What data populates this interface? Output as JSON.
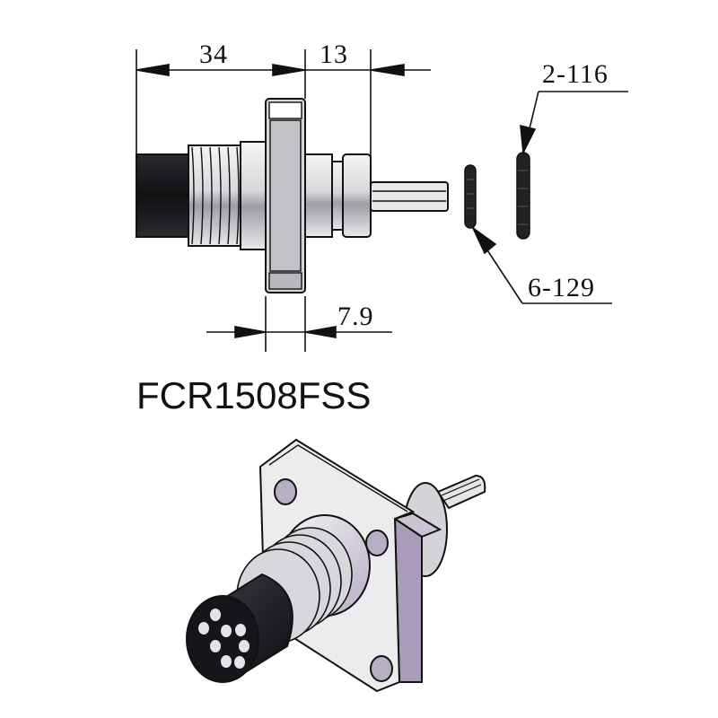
{
  "drawing": {
    "part_number": "FCR1508FSS",
    "dimensions": {
      "overall_front_length": "34",
      "rear_length": "13",
      "flange_thickness": "7.9"
    },
    "callouts": {
      "o_ring_large": "2-116",
      "o_ring_small": "6-129"
    },
    "views": [
      "side-elevation",
      "isometric"
    ],
    "pin_count": 8,
    "colors": {
      "line": "#111111",
      "body_black": "#1a1a1e",
      "metal_light": "#e6e6e8",
      "metal_mid": "#b9b9bd",
      "flange_side": "#a99cb8"
    }
  }
}
